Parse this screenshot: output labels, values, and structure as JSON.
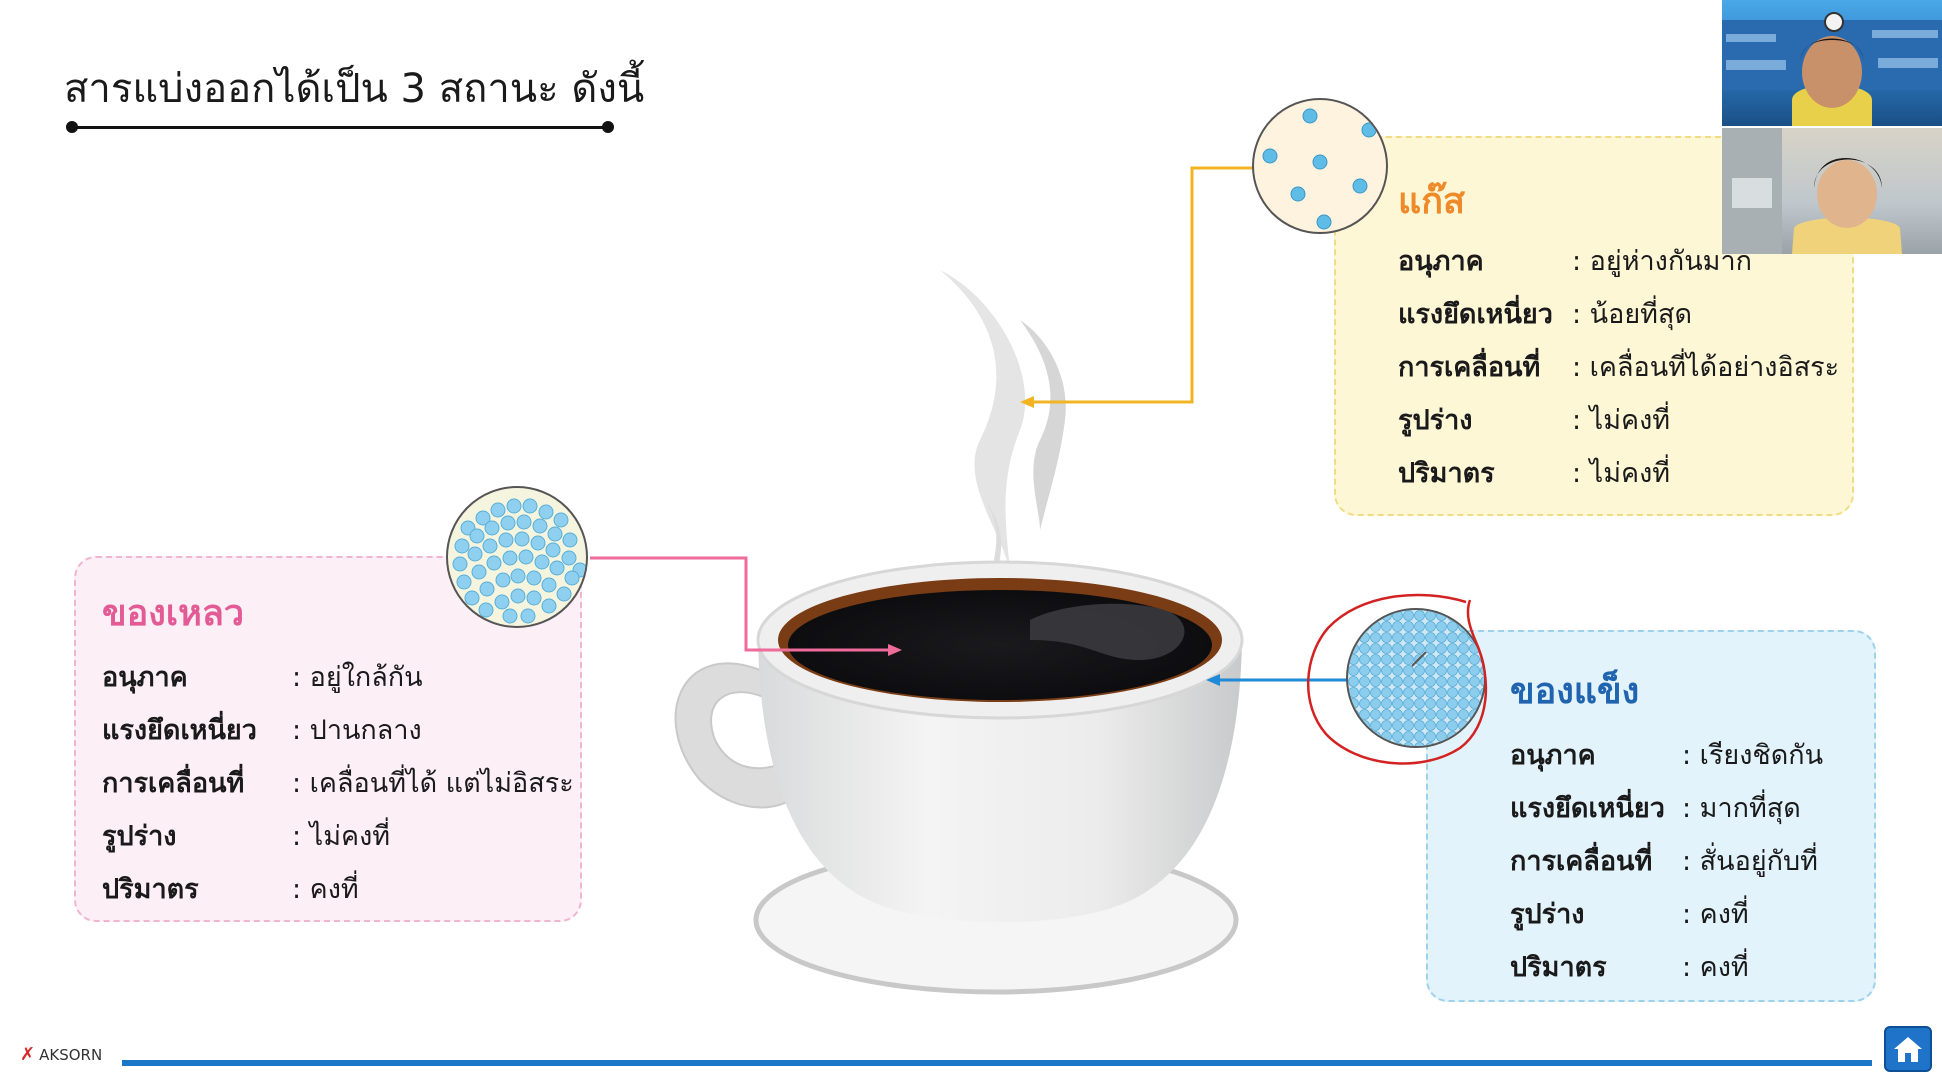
{
  "slide": {
    "title": "สารแบ่งออกได้เป็น 3 สถานะ ดังนี้"
  },
  "colors": {
    "liquid_heading": "#e35b95",
    "gas_heading": "#ef8a2a",
    "solid_heading": "#2064b0",
    "gas_connector": "#f3b424",
    "liquid_connector": "#ee6b9a",
    "solid_connector": "#1f8ad6",
    "annotation": "#d32222",
    "bottom_bar": "#1976c9"
  },
  "states": {
    "liquid": {
      "heading": "ของเหลว",
      "rows": [
        {
          "key": "อนุภาค",
          "value": ": อยู่ใกล้กัน"
        },
        {
          "key": "แรงยึดเหนี่ยว",
          "value": ": ปานกลาง"
        },
        {
          "key": "การเคลื่อนที่",
          "value": ": เคลื่อนที่ได้ แต่ไม่อิสระ"
        },
        {
          "key": "รูปร่าง",
          "value": ": ไม่คงที่"
        },
        {
          "key": "ปริมาตร",
          "value": ": คงที่"
        }
      ]
    },
    "gas": {
      "heading": "แก๊ส",
      "rows": [
        {
          "key": "อนุภาค",
          "value": ": อยู่ห่างกันมาก"
        },
        {
          "key": "แรงยึดเหนี่ยว",
          "value": ": น้อยที่สุด"
        },
        {
          "key": "การเคลื่อนที่",
          "value": ": เคลื่อนที่ได้อย่างอิสระ"
        },
        {
          "key": "รูปร่าง",
          "value": ": ไม่คงที่"
        },
        {
          "key": "ปริมาตร",
          "value": ": ไม่คงที่"
        }
      ]
    },
    "solid": {
      "heading": "ของแข็ง",
      "rows": [
        {
          "key": "อนุภาค",
          "value": ": เรียงชิดกัน"
        },
        {
          "key": "แรงยึดเหนี่ยว",
          "value": ": มากที่สุด"
        },
        {
          "key": "การเคลื่อนที่",
          "value": ": สั่นอยู่กับที่"
        },
        {
          "key": "รูปร่าง",
          "value": ": คงที่"
        },
        {
          "key": "ปริมาตร",
          "value": ": คงที่"
        }
      ]
    }
  },
  "footer": {
    "logo_text": "AKSORN",
    "home_icon": "home-icon"
  }
}
